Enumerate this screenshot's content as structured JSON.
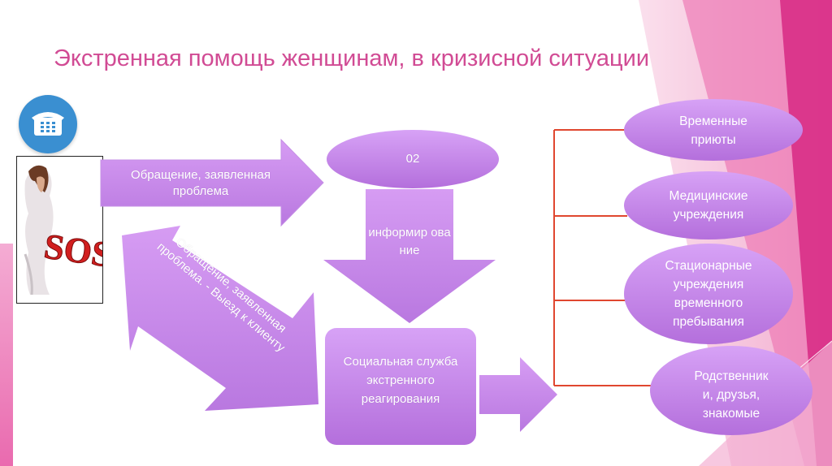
{
  "slide": {
    "title": "Экстренная помощь женщинам, в кризисной ситуации"
  },
  "icons": {
    "phone": "phone-icon",
    "sos_image": "sos-photo"
  },
  "sos_text": "SOS",
  "flow": {
    "arrow_request": "Обращение, заявленная проблема",
    "arrow_return": "Обращение, заявленная проблема. - Выезд к клиенту",
    "oval_02": "02",
    "arrow_inform": "информир ование",
    "social_service": "Социальная служба экстренного реагирования"
  },
  "destinations": [
    {
      "line1": "Временные",
      "line2": "приюты"
    },
    {
      "line1": "Медицинские",
      "line2": "учреждения"
    },
    {
      "line1": "Стационарные",
      "line2": "учреждения",
      "line3": "временного",
      "line4": "пребывания"
    },
    {
      "line1": "Родственник",
      "line2": "и, друзья,",
      "line3": "знакомые"
    }
  ],
  "colors": {
    "title": "#d14b94",
    "shape_fill": "#c68ee8",
    "shape_dark": "#9b54c8",
    "bracket": "#e0472f",
    "accent_pink": "#e2378c",
    "phone_circle": "#3a8fd1"
  }
}
